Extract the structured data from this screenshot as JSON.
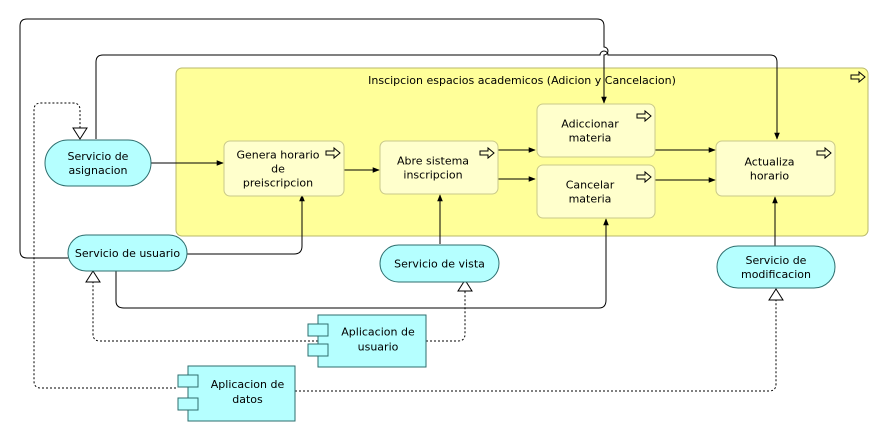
{
  "process": {
    "label": "Inscipcion espacios academicos (Adicion y Cancelacion)",
    "fill": "#ffff99"
  },
  "functions": [
    {
      "id": "genera",
      "lines": [
        "Genera horario",
        "de",
        "preiscripcion"
      ]
    },
    {
      "id": "abre",
      "lines": [
        "Abre sistema",
        "inscripcion"
      ]
    },
    {
      "id": "adicionar",
      "lines": [
        "Adiccionar",
        "materia"
      ]
    },
    {
      "id": "cancelar",
      "lines": [
        "Cancelar",
        "materia"
      ]
    },
    {
      "id": "actualiza",
      "lines": [
        "Actualiza",
        "horario"
      ]
    }
  ],
  "services": [
    {
      "id": "asignacion",
      "lines": [
        "Servicio de",
        "asignacion"
      ]
    },
    {
      "id": "usuario",
      "lines": [
        "Servicio de usuario"
      ]
    },
    {
      "id": "vista",
      "lines": [
        "Servicio de vista"
      ]
    },
    {
      "id": "modificacion",
      "lines": [
        "Servicio de",
        "modificacion"
      ]
    }
  ],
  "components": [
    {
      "id": "app-usuario",
      "lines": [
        "Aplicacion de",
        "usuario"
      ]
    },
    {
      "id": "app-datos",
      "lines": [
        "Aplicacion de",
        "datos"
      ]
    }
  ],
  "colors": {
    "function_fill": "#ffffcc",
    "service_fill": "#b5ffff",
    "component_fill": "#b5ffff",
    "line": "#000000"
  },
  "icons": {
    "process": "process-arrow-icon",
    "function": "process-arrow-icon",
    "component": "component-icon"
  }
}
